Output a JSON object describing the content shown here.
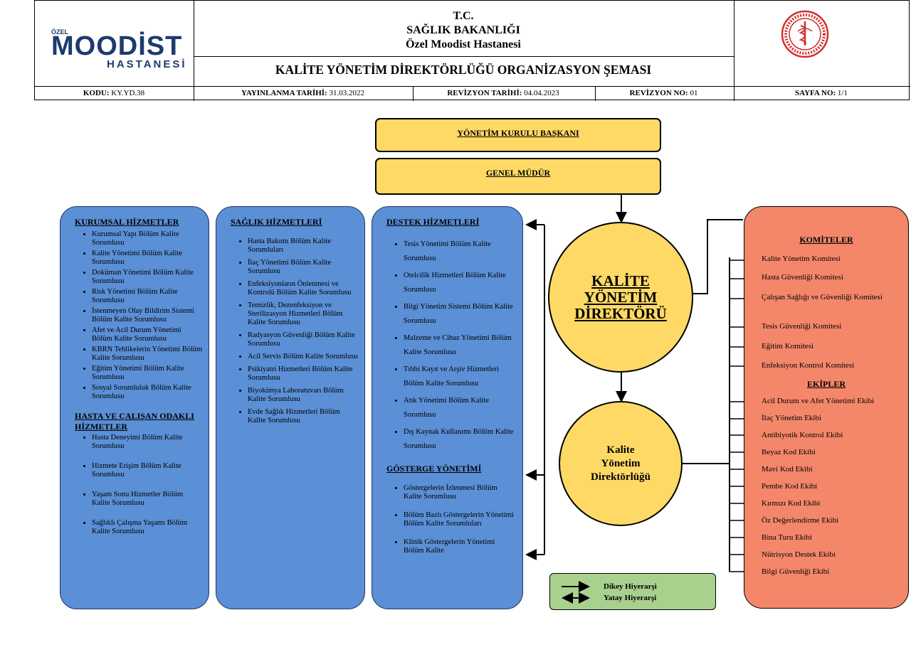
{
  "header": {
    "logo": {
      "small": "ÖZEL",
      "main": "MOODİST",
      "sub": "HASTANESİ"
    },
    "title_line1": "T.C.",
    "title_line2": "SAĞLIK BAKANLIĞI",
    "title_line3": "Özel Moodist Hastanesi",
    "doc_title": "KALİTE YÖNETİM DİREKTÖRLÜĞÜ ORGANİZASYON ŞEMASI",
    "meta": {
      "kodu_label": "KODU:",
      "kodu_value": "KY.YD.38",
      "yayin_label": "YAYINLANMA TARİHİ:",
      "yayin_value": "31.03.2022",
      "revtar_label": "REVİZYON TARİHİ:",
      "revtar_value": "04.04.2023",
      "revno_label": "REVİZYON NO:",
      "revno_value": "01",
      "sayfa_label": "SAYFA NO:",
      "sayfa_value": "1/1"
    }
  },
  "top": {
    "chairman": "YÖNETİM KURULU BAŞKANI",
    "gm": "GENEL MÜDÜR"
  },
  "director_circle": {
    "l1": "KALİTE",
    "l2": "YÖNETİM",
    "l3": "DİREKTÖRÜ"
  },
  "directorate_circle": {
    "l1": "Kalite",
    "l2": "Yönetim",
    "l3": "Direktörlüğü"
  },
  "kurumsal": {
    "title": "KURUMSAL HİZMETLER",
    "items": [
      "Kurumsal Yapı Bölüm Kalite Sorumlusu",
      "Kalite Yönetimi Bölüm Kalite Sorumlusu",
      "Doküman Yönetimi Bölüm Kalite Sorumlusu",
      "Risk Yönetimi Bölüm Kalite Sorumlusu",
      "İstenmeyen Olay Bildirim Sistemi Bölüm Kalite Sorumlusu",
      "Afet ve Acil Durum Yönetimi Bölüm Kalite Sorumlusu",
      "KBRN Tehlikelerin Yönetimi Bölüm Kalite Sorumlusu",
      "Eğitim Yönetimi Bölüm Kalite Sorumlusu",
      "Sosyal Sorumluluk Bölüm Kalite Sorumlusu"
    ],
    "title2": "HASTA VE ÇALIŞAN ODAKLI HİZMETLER",
    "items2": [
      "Hasta Deneyimi Bölüm Kalite Sorumlusu",
      "Hizmete Erişim Bölüm Kalite Sorumlusu",
      "Yaşam Sonu Hizmetler Bölüm Kalite Sorumlusu",
      "Sağlıklı Çalışma Yaşamı Bölüm Kalite Sorumlusu"
    ]
  },
  "saglik": {
    "title": "SAĞLIK HİZMETLERİ",
    "items": [
      "Hasta Bakımı Bölüm Kalite Sorumluları",
      "İlaç Yönetimi Bölüm Kalite Sorumlusu",
      "Enfeksiyonların Önlenmesi ve Kontrolü Bölüm Kalite Sorumlusu",
      "Temizlik, Dezenfeksiyon ve Sterilizasyon Hizmetleri Bölüm Kalite Sorumlusu",
      "Radyasyon Güvenliği Bölüm Kalite Sorumlusu",
      "Acil Servis Bölüm Kalite Sorumlusu",
      "Psikiyatri Hizmetleri Bölüm Kalite Sorumlusu",
      "Biyokimya Laboratuvarı Bölüm Kalite Sorumlusu",
      "Evde Sağlık Hizmetleri Bölüm Kalite Sorumlusu"
    ]
  },
  "destek": {
    "title": "DESTEK HİZMETLERİ",
    "items": [
      "Tesis Yönetimi Bölüm Kalite Sorumlusu",
      "Otelcilik Hizmetleri Bölüm Kalite Sorumlusu",
      "Bilgi Yönetim Sistemi Bölüm Kalite Sorumlusu",
      "Malzeme ve Cihaz Yönetimi Bölüm Kalite Sorumlusu",
      "Tıbbi Kayıt ve Arşiv Hizmetleri Bölüm Kalite Sorumlusu",
      "Atık Yönetimi Bölüm Kalite Sorumlusu",
      "Dış Kaynak Kullanımı Bölüm Kalite Sorumlusu"
    ],
    "title2": "GÖSTERGE YÖNETİMİ",
    "items2": [
      "Göstergelerin İzlenmesi Bölüm Kalite Sorumlusu",
      "Bölüm Bazlı Göstergelerin Yönetimi Bölüm Kalite Sorumluları",
      "Klinik Göstergelerin Yönetimi Bölüm Kalite"
    ]
  },
  "right": {
    "komiteler_title": "KOMİTELER",
    "komiteler": [
      "Kalite Yönetim Komitesi",
      "Hasta Güvenliği Komitesi",
      "Çalışan Sağlığı ve Güvenliği Komitesi",
      "Tesis Güvenliği Komitesi",
      "Eğitim Komitesi",
      "Enfeksiyon Kontrol Komitesi"
    ],
    "ekipler_title": "EKİPLER",
    "ekipler": [
      "Acil Durum ve Afet Yönetimi Ekibi",
      "İlaç Yönetim Ekibi",
      "Antibiyotik Kontrol Ekibi",
      "Beyaz Kod Ekibi",
      "Mavi Kod Ekibi",
      "Pembe Kod Ekibi",
      "Kırmızı Kod Ekibi",
      "Öz Değerlendirme Ekibi",
      "Bina Turu Ekibi",
      "Nütrisyon Destek Ekibi",
      "Bilgi Güvenliği Ekibi"
    ]
  },
  "legend": {
    "vertical": "Dikey Hiyerarşi",
    "horizontal": "Yatay Hiyerarşi"
  },
  "colors": {
    "yellow": "#ffd966",
    "blue": "#5b8fd6",
    "salmon": "#f4876a",
    "green": "#a9d18e",
    "brand": "#1e3a6e"
  }
}
